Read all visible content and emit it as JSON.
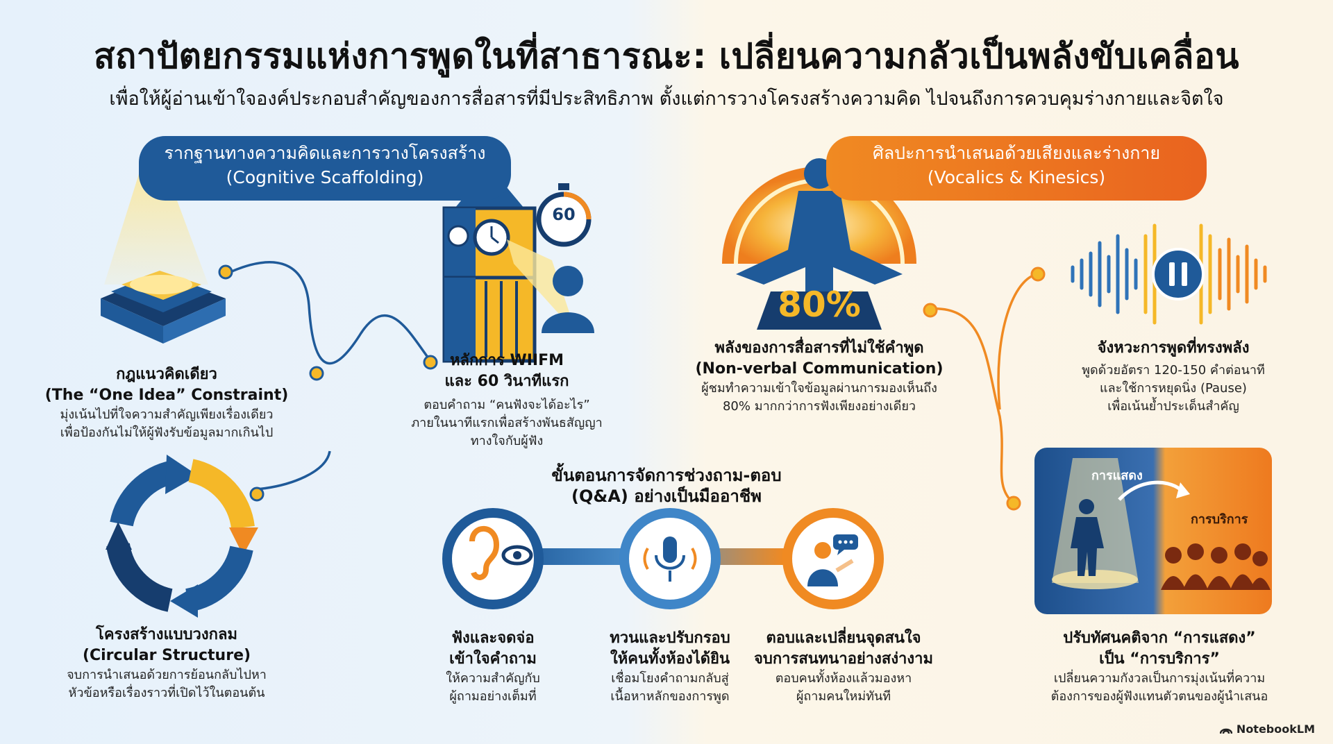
{
  "title": "สถาปัตยกรรมแห่งการพูดในที่สาธารณะ: เปลี่ยนความกลัวเป็นพลังขับเคลื่อน",
  "subtitle": "เพื่อให้ผู้อ่านเข้าใจองค์ประกอบสำคัญของการสื่อสารที่มีประสิทธิภาพ ตั้งแต่การวางโครงสร้างความคิด ไปจนถึงการควบคุมร่างกายและจิตใจ",
  "left_section": {
    "heading_th": "รากฐานทางความคิดและการวางโครงสร้าง",
    "heading_en": "(Cognitive Scaffolding)",
    "one_idea": {
      "title_th": "กฎแนวคิดเดียว",
      "title_en": "(The “One Idea” Constraint)",
      "desc_1": "มุ่งเน้นไปที่ใจความสำคัญเพียงเรื่องเดียว",
      "desc_2": "เพื่อป้องกันไม่ให้ผู้ฟังรับข้อมูลมากเกินไป"
    },
    "wiifm": {
      "timer_label": "60",
      "title_1": "หลักการ WIIFM",
      "title_2": "และ 60 วินาทีแรก",
      "desc_1": "ตอบคำถาม “คนฟังจะได้อะไร”",
      "desc_2": "ภายในนาทีแรกเพื่อสร้างพันธสัญญา",
      "desc_3": "ทางใจกับผู้ฟัง"
    },
    "circular": {
      "title_th": "โครงสร้างแบบวงกลม",
      "title_en": "(Circular Structure)",
      "desc_1": "จบการนำเสนอด้วยการย้อนกลับไปหา",
      "desc_2": "หัวข้อหรือเรื่องราวที่เปิดไว้ในตอนต้น"
    }
  },
  "right_section": {
    "heading_th": "ศิลปะการนำเสนอด้วยเสียงและร่างกาย",
    "heading_en": "(Vocalics & Kinesics)",
    "nonverbal": {
      "percent": "80%",
      "title_th": "พลังของการสื่อสารที่ไม่ใช้คำพูด",
      "title_en": "(Non-verbal Communication)",
      "desc_1": "ผู้ชมทำความเข้าใจข้อมูลผ่านการมองเห็นถึง",
      "desc_2": "80% มากกว่าการฟังเพียงอย่างเดียว"
    },
    "pace": {
      "title": "จังหวะการพูดที่ทรงพลัง",
      "desc_1": "พูดด้วยอัตรา 120-150 คำต่อนาที",
      "desc_2": "และใช้การหยุดนิ่ง (Pause)",
      "desc_3": "เพื่อเน้นย้ำประเด็นสำคัญ"
    },
    "mindset": {
      "label_show": "การแสดง",
      "label_service": "การบริการ",
      "title_1": "ปรับทัศนคติจาก “การแสดง”",
      "title_2": "เป็น “การบริการ”",
      "desc_1": "เปลี่ยนความกังวลเป็นการมุ่งเน้นที่ความ",
      "desc_2": "ต้องการของผู้ฟังแทนตัวตนของผู้นำเสนอ"
    }
  },
  "qa": {
    "heading_1": "ขั้นตอนการจัดการช่วงถาม-ตอบ",
    "heading_2": "(Q&A) อย่างเป็นมืออาชีพ",
    "steps": [
      {
        "title_1": "ฟังและจดจ่อ",
        "title_2": "เข้าใจคำถาม",
        "desc_1": "ให้ความสำคัญกับ",
        "desc_2": "ผู้ถามอย่างเต็มที่"
      },
      {
        "title_1": "ทวนและปรับกรอบ",
        "title_2": "ให้คนทั้งห้องได้ยิน",
        "desc_1": "เชื่อมโยงคำถามกลับสู่",
        "desc_2": "เนื้อหาหลักของการพูด"
      },
      {
        "title_1": "ตอบและเปลี่ยนจุดสนใจ",
        "title_2": "จบการสนทนาอย่างสง่างาม",
        "desc_1": "ตอบคนทั้งห้องแล้วมองหา",
        "desc_2": "ผู้ถามคนใหม่ทันที"
      }
    ]
  },
  "brand": "NotebookLM",
  "colors": {
    "blue": "#1f5a99",
    "orange": "#f08a22",
    "yellow": "#f5b828",
    "navy": "#163d6e"
  }
}
